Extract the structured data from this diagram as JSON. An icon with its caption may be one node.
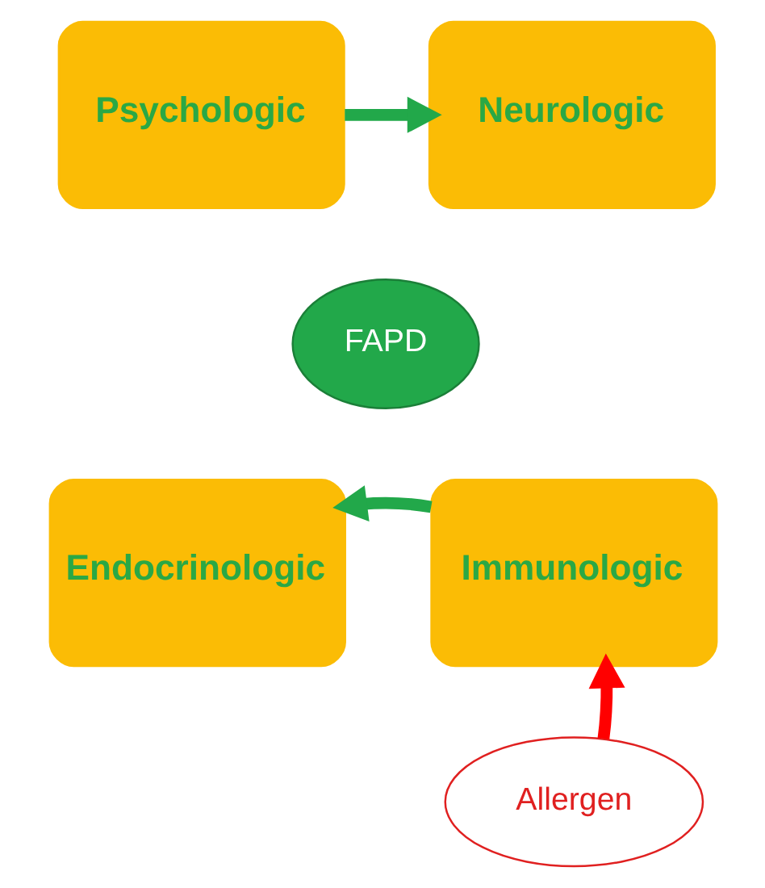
{
  "diagram": {
    "nodes": [
      {
        "text": [
          "Psychologic"
        ]
      },
      {
        "text": [
          "Neurologic"
        ]
      },
      {
        "text": [
          "Endocrinologic"
        ]
      },
      {
        "text": [
          "Immunologic"
        ]
      },
      {
        "text": [
          "FAPD"
        ]
      },
      {
        "text": [
          "Allergen"
        ]
      }
    ],
    "edges": [
      {
        "from": 0,
        "to": 1,
        "arrow": "to"
      },
      {
        "from": 3,
        "to": 2,
        "arrow": "to"
      },
      {
        "from": 5,
        "to": 3,
        "arrow": "to",
        "color": "#ff0000"
      }
    ]
  }
}
